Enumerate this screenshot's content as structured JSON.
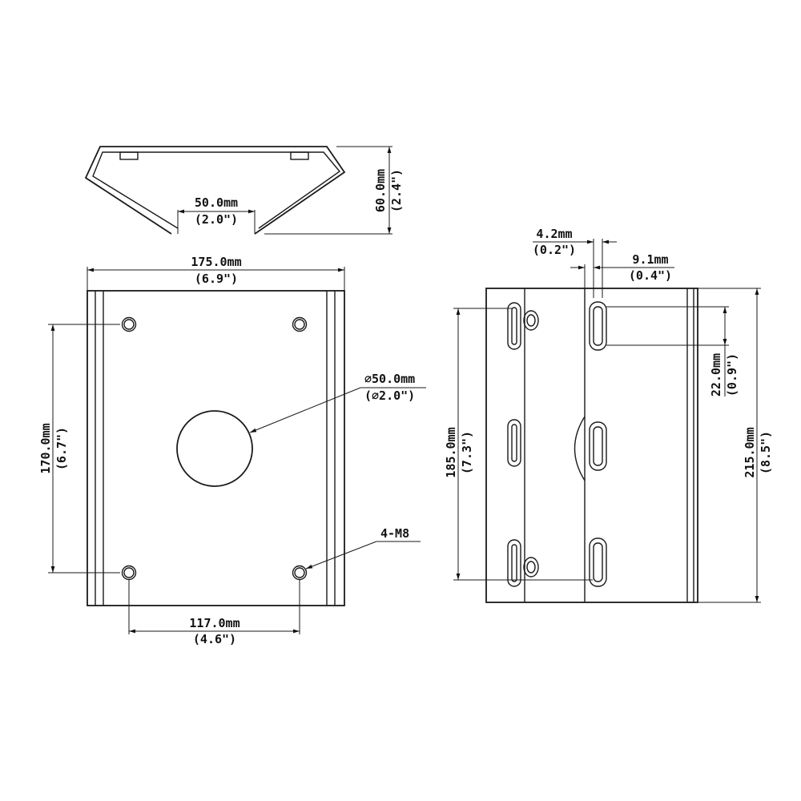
{
  "dimensions": {
    "flange_width": {
      "mm": "50.0mm",
      "inch": "(2.0\")"
    },
    "height_top": {
      "mm": "60.0mm",
      "inch": "(2.4\")"
    },
    "plate_width": {
      "mm": "175.0mm",
      "inch": "(6.9\")"
    },
    "hole_diameter": {
      "mm": "∅50.0mm",
      "inch": "(∅2.0\")"
    },
    "hole_vertical": {
      "mm": "170.0mm",
      "inch": "(6.7\")"
    },
    "holes_label": "4-M8",
    "hole_horizontal": {
      "mm": "117.0mm",
      "inch": "(4.6\")"
    },
    "slot_width": {
      "mm": "4.2mm",
      "inch": "(0.2\")"
    },
    "slot_offset": {
      "mm": "9.1mm",
      "inch": "(0.4\")"
    },
    "slot_length": {
      "mm": "22.0mm",
      "inch": "(0.9\")"
    },
    "slot_span": {
      "mm": "185.0mm",
      "inch": "(7.3\")"
    },
    "total_height": {
      "mm": "215.0mm",
      "inch": "(8.5\")"
    }
  }
}
